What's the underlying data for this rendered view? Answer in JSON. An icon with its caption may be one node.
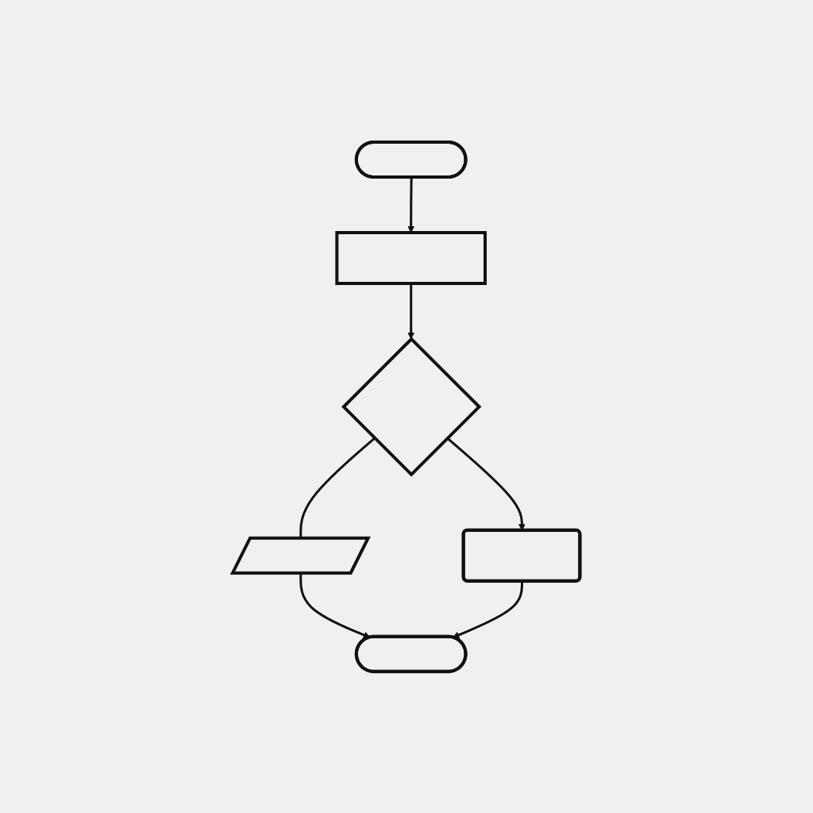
{
  "diagram": {
    "nodes": [
      {
        "text": [],
        "shape": "stadium"
      },
      {
        "text": [],
        "shape": "box"
      },
      {
        "text": [],
        "shape": "diamond"
      },
      {
        "text": [],
        "shape": "parallelogram"
      },
      {
        "text": [],
        "shape": "box"
      },
      {
        "text": [],
        "shape": "stadium"
      }
    ],
    "edges": [
      {
        "from": 0,
        "to": 1,
        "arrow": "to"
      },
      {
        "from": 1,
        "to": 2,
        "arrow": "to"
      },
      {
        "from": 2,
        "to": 3,
        "arrow": "none"
      },
      {
        "from": 2,
        "to": 4,
        "arrow": "to"
      },
      {
        "from": 3,
        "to": 5,
        "arrow": "to"
      },
      {
        "from": 4,
        "to": 5,
        "arrow": "to"
      }
    ]
  }
}
